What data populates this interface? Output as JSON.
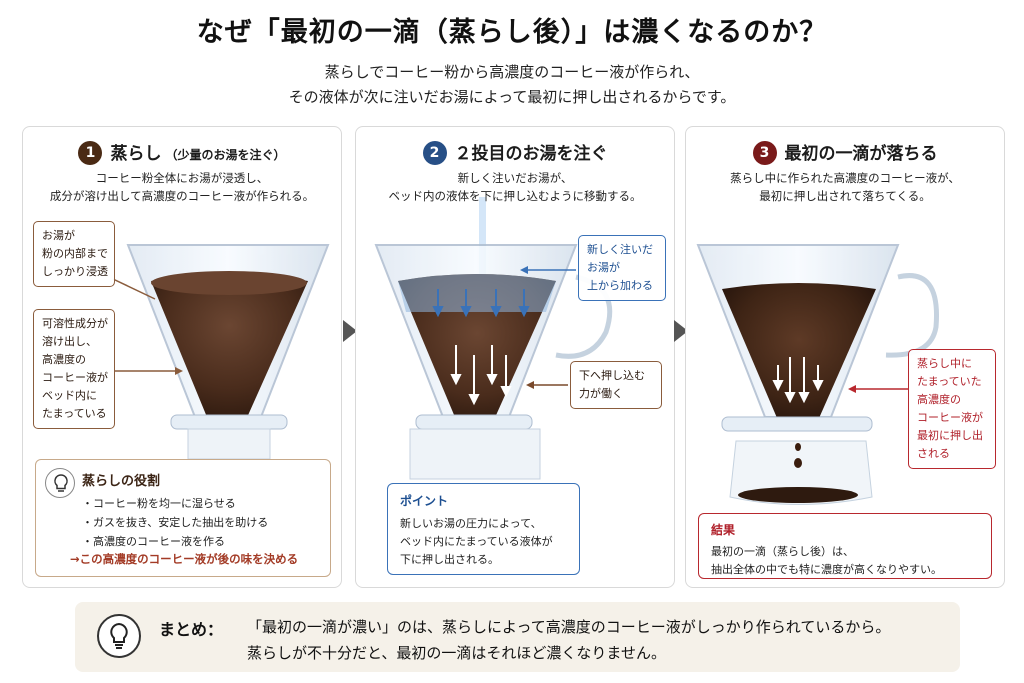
{
  "title": "なぜ「最初の一滴（蒸らし後）」は濃くなるのか？",
  "subtitle": [
    "蒸らしでコーヒー粉から高濃度のコーヒー液が作られ、",
    "その液体が次に注いだお湯によって最初に押し出されるからです。"
  ],
  "colors": {
    "step1": "#4a2a14",
    "step2": "#274f86",
    "step3": "#7a1a1a"
  },
  "steps": [
    {
      "number": "1",
      "heading": "蒸らし",
      "note": "（少量のお湯を注ぐ）",
      "desc": [
        "コーヒー粉全体にお湯が浸透し、",
        "成分が溶け出して高濃度のコーヒー液が作られる。"
      ],
      "callouts": [
        {
          "lines": [
            "お湯が",
            "粉の内部まで",
            "しっかり浸透"
          ]
        },
        {
          "lines": [
            "可溶性成分が",
            "溶け出し、",
            "高濃度の",
            "コーヒー液が",
            "ベッド内に",
            "たまっている"
          ]
        }
      ],
      "role": {
        "title": "蒸らしの役割",
        "items": [
          "・コーヒー粉を均一に湿らせる",
          "・ガスを抜き、安定した抽出を助ける",
          "・高濃度のコーヒー液を作る"
        ],
        "note": "→この高濃度のコーヒー液が後の味を決める"
      }
    },
    {
      "number": "2",
      "heading": "２投目のお湯を注ぐ",
      "desc": [
        "新しく注いだお湯が、",
        "ベッド内の液体を下に押し込むように移動する。"
      ],
      "callouts": [
        {
          "lines": [
            "新しく注いだ",
            "お湯が",
            "上から加わる"
          ]
        },
        {
          "lines": [
            "下へ押し込む",
            "力が働く"
          ]
        }
      ],
      "point": {
        "title": "ポイント",
        "lines": [
          "新しいお湯の圧力によって、",
          "ベッド内にたまっている液体が",
          "下に押し出される。"
        ]
      }
    },
    {
      "number": "3",
      "heading": "最初の一滴が落ちる",
      "desc": [
        "蒸らし中に作られた高濃度のコーヒー液が、",
        "最初に押し出されて落ちてくる。"
      ],
      "callouts": [
        {
          "lines": [
            "蒸らし中に",
            "たまっていた",
            "高濃度の",
            "コーヒー液が",
            "最初に押し出",
            "される"
          ]
        }
      ],
      "result": {
        "title": "結果",
        "lines": [
          "最初の一滴（蒸らし後）は、",
          "抽出全体の中でも特に濃度が高くなりやすい。"
        ]
      }
    }
  ],
  "summary": {
    "label": "まとめ：",
    "line1": "「最初の一滴が濃い」のは、蒸らしによって高濃度のコーヒー液がしっかり作られているから。",
    "line2": "蒸らしが不十分だと、最初の一滴はそれほど濃くなりません。"
  }
}
